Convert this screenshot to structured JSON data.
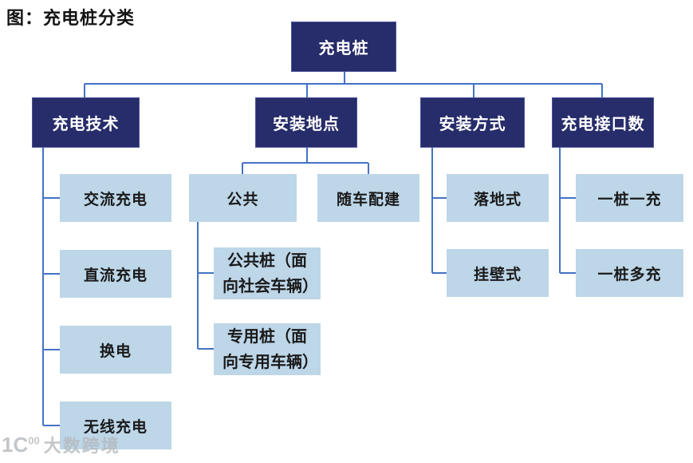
{
  "figure": {
    "title": "图：充电桩分类"
  },
  "tree": {
    "root": "充电桩",
    "branches": [
      {
        "label": "充电技术",
        "children": [
          "交流充电",
          "直流充电",
          "换电",
          "无线充电"
        ]
      },
      {
        "label": "安装地点",
        "children": [
          "公共",
          "随车配建"
        ],
        "public_children": [
          "公共桩（面向社会车辆）",
          "专用桩（面向专用车辆）"
        ]
      },
      {
        "label": "安装方式",
        "children": [
          "落地式",
          "挂壁式"
        ]
      },
      {
        "label": "充电接口数",
        "children": [
          "一桩一充",
          "一桩多充"
        ]
      }
    ]
  },
  "watermark": {
    "logo_base": "1C",
    "logo_sup": "00",
    "brand": "大数跨境"
  },
  "colors": {
    "node_dark": "#272c6a",
    "node_light": "#bdd6e8",
    "connector": "#4472c4"
  }
}
